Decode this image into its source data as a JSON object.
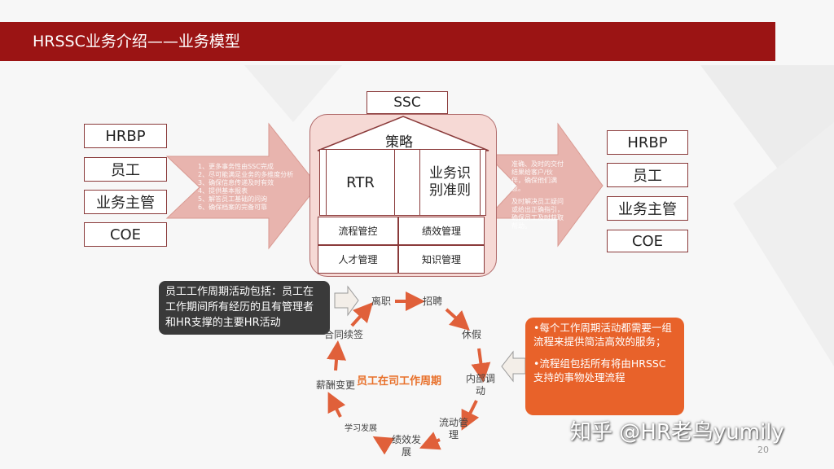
{
  "title": "HRSSC业务介绍——业务模型",
  "left_boxes": [
    "HRBP",
    "员工",
    "业务主管",
    "COE"
  ],
  "left_arrow_items": [
    "1、更多事务性由SSC完成",
    "2、尽可能满足业务的多维度分析",
    "3、确保信息传递及时有效",
    "4、提供基本报表",
    "5、解答员工基础的问询",
    "6、确保档案的完备可靠"
  ],
  "center": {
    "top": "SSC",
    "roof": "策略",
    "rtr": "RTR",
    "biz": "业务识别准则",
    "cells": [
      "流程管控",
      "绩效管理",
      "人才管理",
      "知识管理"
    ]
  },
  "right_arrow_items": [
    "准确、及时的交付结果给客户/伙伴，确保他们满意。",
    "及时解决员工疑问或给出正确指引，确保员工及时获取帮助。"
  ],
  "right_boxes": [
    "HRBP",
    "员工",
    "业务主管",
    "COE"
  ],
  "dark_note": "员工工作周期活动包括：员工在工作期间所有经历的且有管理者和HR支撑的主要HR活动",
  "cycle": {
    "center": "员工在司工作周期",
    "steps": [
      "离职",
      "招聘",
      "休假",
      "内部调动",
      "流动管理",
      "绩效发展",
      "学习发展",
      "薪酬变更",
      "合同续签"
    ]
  },
  "orange_note": [
    "•每个工作周期活动都需要一组流程来提供简洁高效的服务；",
    "•流程组包括所有将由HRSSC支持的事物处理流程"
  ],
  "watermark": "知乎 @HR老鸟yumily",
  "page_number": "20",
  "colors": {
    "title_bar": "#9b1414",
    "arrow": "#e8b4ae",
    "cycle_arrow": "#e0603a",
    "orange_note": "#e8622a",
    "dark_note": "#3a3a3a"
  }
}
